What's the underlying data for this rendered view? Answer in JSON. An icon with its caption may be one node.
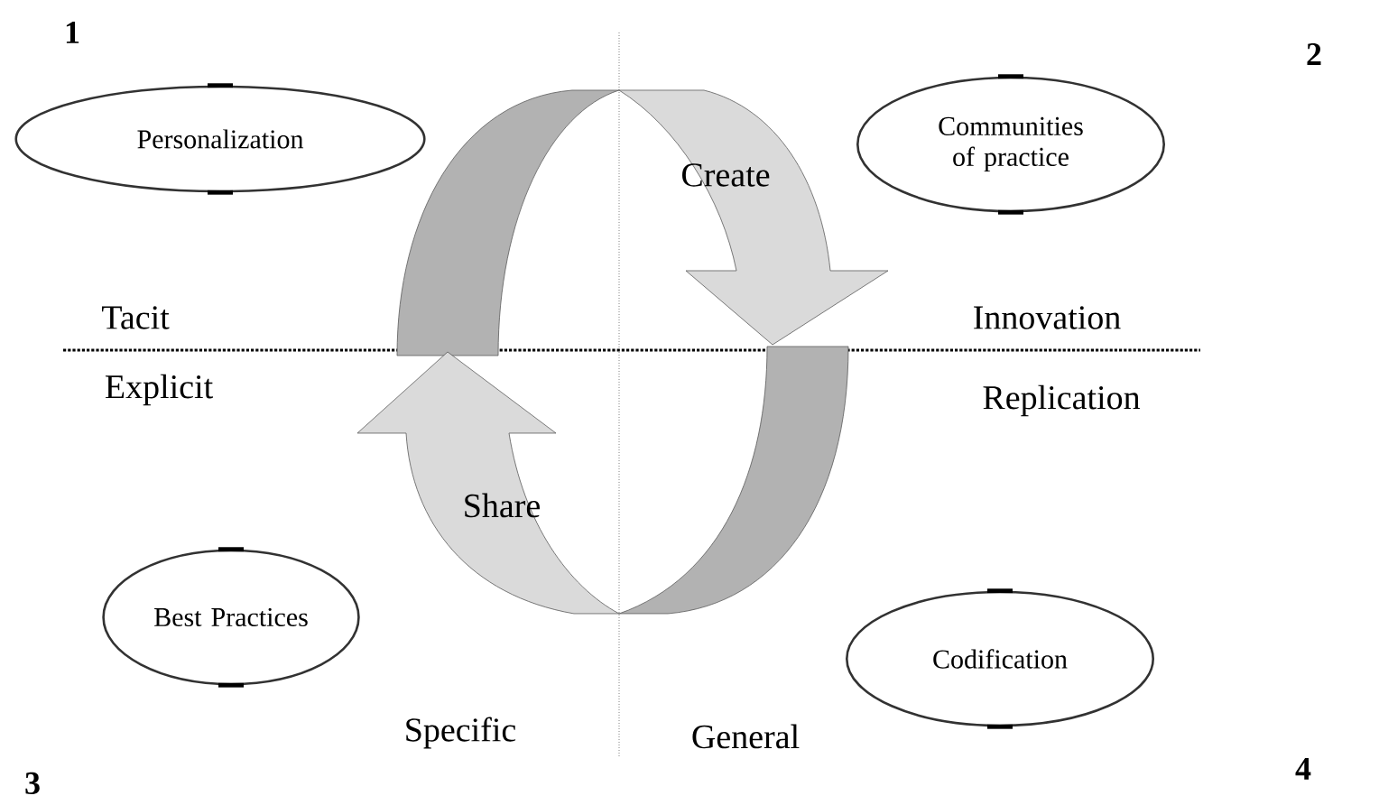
{
  "diagram": {
    "nodes": [
      {
        "text": [
          "Personalization"
        ]
      },
      {
        "text": [
          "Communities of practice"
        ]
      },
      {
        "text": [
          "Best Practices"
        ]
      },
      {
        "text": [
          "Codification"
        ]
      }
    ],
    "labels": [
      "1",
      "2",
      "Create",
      "Tacit",
      "Innovation",
      "Explicit",
      "Replication",
      "Share",
      "Specific",
      "General",
      "3",
      "4"
    ]
  }
}
